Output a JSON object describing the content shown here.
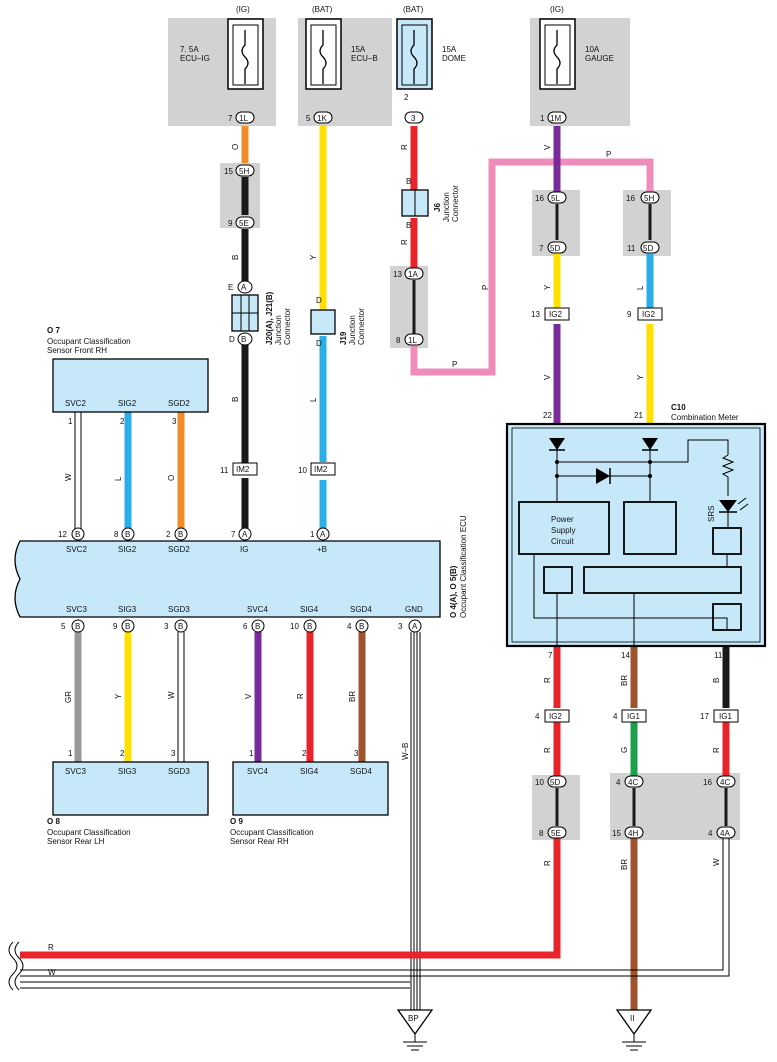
{
  "fuses": [
    {
      "source": "(IG)",
      "name": "7. 5A\nECU–IG",
      "pin": "7",
      "conn": "1L"
    },
    {
      "source": "(BAT)",
      "name": "15A\nECU–B",
      "pin": "5",
      "conn": "1K"
    },
    {
      "source": "(BAT)",
      "name": "15A\nDOME",
      "pin": "2",
      "conn": "3"
    },
    {
      "source": "(IG)",
      "name": "10A\nGAUGE",
      "pin": "1",
      "conn": "1M"
    }
  ],
  "fuse_labels": {
    "f1a": "7. 5A",
    "f1b": "ECU–IG",
    "f2a": "15A",
    "f2b": "ECU–B",
    "f3a": "15A",
    "f3b": "DOME",
    "f4a": "10A",
    "f4b": "GAUGE",
    "s1": "(IG)",
    "s2": "(BAT)",
    "s3": "(BAT)",
    "s4": "(IG)"
  },
  "pins": {
    "p_7": "7",
    "p_1L": "1L",
    "p_5": "5",
    "p_1K": "1K",
    "p_2": "2",
    "p_3": "3",
    "p_1": "1",
    "p_1M": "1M",
    "p_15": "15",
    "p_5H": "5H",
    "p_9": "9",
    "p_5E": "5E",
    "p_16a": "16",
    "p_5L": "5L",
    "p_7b": "7",
    "p_5D": "5D",
    "p_16b": "16",
    "p_5Hb": "5H",
    "p_11": "11",
    "p_5Db": "5D",
    "p_13": "13",
    "p_1A": "1A",
    "p_8": "8",
    "p_1Lb": "1L",
    "p_13b": "13",
    "p_IG2a": "IG2",
    "p_9b": "9",
    "p_IG2b": "IG2",
    "p_22": "22",
    "p_21": "21",
    "p_11b": "11",
    "p_IM2a": "IM2",
    "p_10": "10",
    "p_IM2b": "IM2",
    "p_E": "E",
    "p_A": "A",
    "p_D": "D",
    "p_B": "B",
    "p_D2": "D",
    "p_D3": "D"
  },
  "wire_colors": {
    "w_O1": "O",
    "w_B1": "B",
    "w_B2": "B",
    "w_Y1": "Y",
    "w_L1": "L",
    "w_R1": "R",
    "w_B3": "B",
    "w_R2": "R",
    "w_V1": "V",
    "w_P1": "P",
    "w_P2": "P",
    "w_P3": "P",
    "w_Y2": "Y",
    "w_L2": "L",
    "w_V2": "V",
    "w_Y3": "Y",
    "w_W1": "W",
    "w_L3": "L",
    "w_O2": "O",
    "w_GR": "GR",
    "w_Y4": "Y",
    "w_W2": "W",
    "w_V3": "V",
    "w_R3": "R",
    "w_BR1": "BR",
    "w_WB": "W–B",
    "w_R4": "R",
    "w_BR2": "BR",
    "w_B4": "B",
    "w_R5": "R",
    "w_G": "G",
    "w_R6": "R",
    "w_R7": "R",
    "w_BR3": "BR",
    "w_W3": "W",
    "w_Rbot": "R",
    "w_Wbot": "W"
  },
  "connectors": {
    "j6_id": "J6",
    "j6_name": "Junction\nConnector",
    "j20_id": "J20(A), J21(B)",
    "j20_name": "Junction\nConnector",
    "j19_id": "J19",
    "j19_name": "Junction\nConnector"
  },
  "conn_text": {
    "j6a": "J6",
    "j6b": "Junction",
    "j6c": "Connector",
    "j20a": "J20(A), J21(B)",
    "j20b": "Junction",
    "j20c": "Connector",
    "j19a": "J19",
    "j19b": "Junction",
    "j19c": "Connector"
  },
  "sensor_front": {
    "id": "O 7",
    "line1": "Occupant Classification",
    "line2": "Sensor Front RH",
    "t1": "SVC2",
    "t2": "SIG2",
    "t3": "SGD2",
    "n1": "1",
    "n2": "2",
    "n3": "3"
  },
  "ecu": {
    "id": "O 4(A), O 5(B)",
    "name": "Occupant Classification ECU",
    "top": {
      "a": "SVC2",
      "b": "SIG2",
      "c": "SGD2",
      "d": "IG",
      "e": "+B"
    },
    "top_pins": {
      "a": "12",
      "ab": "B",
      "b": "8",
      "bb": "B",
      "c": "2",
      "cb": "B",
      "d": "7",
      "db": "A",
      "e": "1",
      "eb": "A"
    },
    "bot": {
      "a": "SVC3",
      "b": "SIG3",
      "c": "SGD3",
      "d": "SVC4",
      "e": "SIG4",
      "f": "SGD4",
      "g": "GND"
    },
    "bot_pins": {
      "a": "5",
      "ab": "B",
      "b": "9",
      "bb": "B",
      "c": "3",
      "cb": "B",
      "d": "6",
      "db": "B",
      "e": "10",
      "eb": "B",
      "f": "4",
      "fb": "B",
      "g": "3",
      "gb": "A"
    }
  },
  "sensor_rl": {
    "id": "O 8",
    "line1": "Occupant Classification",
    "line2": "Sensor Rear LH",
    "t1": "SVC3",
    "t2": "SIG3",
    "t3": "SGD3",
    "n1": "1",
    "n2": "2",
    "n3": "3"
  },
  "sensor_rr": {
    "id": "O 9",
    "line1": "Occupant Classification",
    "line2": "Sensor Rear RH",
    "t1": "SVC4",
    "t2": "SIG4",
    "t3": "SGD4",
    "n1": "1",
    "n2": "2",
    "n3": "3"
  },
  "meter": {
    "id": "C10",
    "name": "Combination Meter",
    "psu1": "Power",
    "psu2": "Supply",
    "psu3": "Circuit",
    "srs": "SRS"
  },
  "meter_bottom": {
    "p7": "7",
    "p14": "14",
    "p11": "11",
    "a_pin": "4",
    "a_conn": "IG2",
    "b_pin": "4",
    "b_conn": "IG1",
    "c_pin": "17",
    "c_conn": "IG1",
    "d1": "10",
    "d1c": "5D",
    "d2": "8",
    "d2c": "5E",
    "e1": "4",
    "e1c": "4C",
    "e2": "15",
    "e2c": "4H",
    "f1": "16",
    "f1c": "4C",
    "f2": "4",
    "f2c": "4A"
  },
  "grounds": {
    "bp": "BP",
    "ii": "II"
  }
}
